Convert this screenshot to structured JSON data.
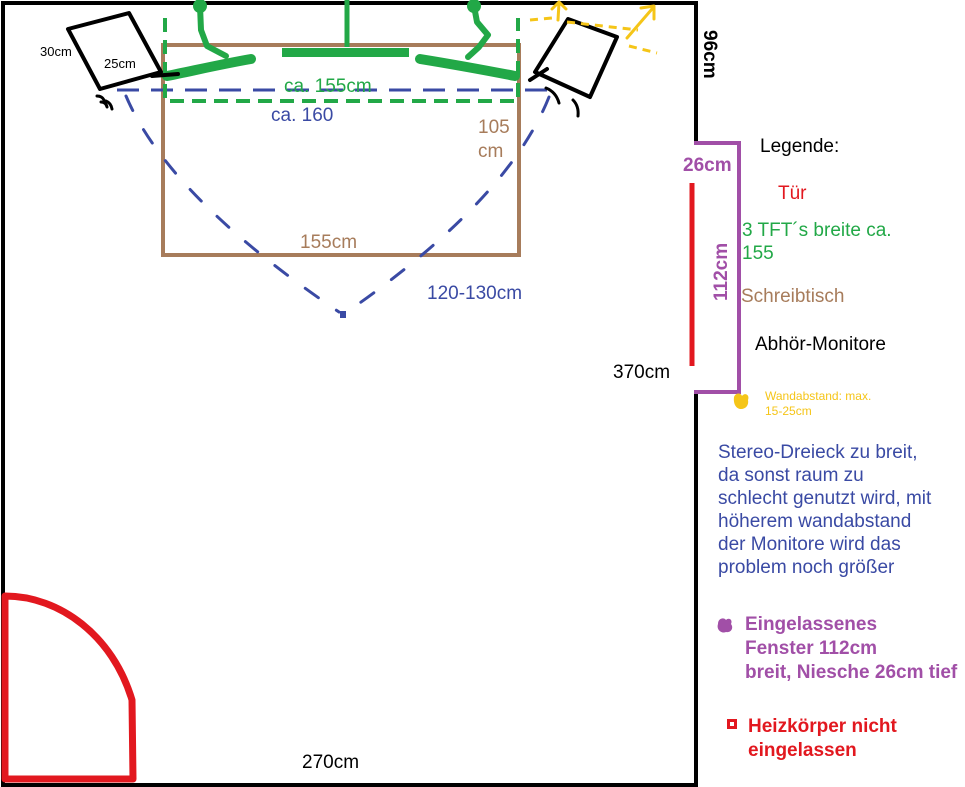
{
  "colors": {
    "wall": "#000000",
    "window_niche": "#a14fa7",
    "door_radiator": "#e2181f",
    "desk": "#a77c5b",
    "monitors": "#22a847",
    "stereo_triangle": "#3a4aa4",
    "wall_distance": "#f5c518"
  },
  "room": {
    "wall_segment_label": "96cm",
    "niche_depth_label": "26cm",
    "niche_width_label": "112cm",
    "right_wall_label": "370cm",
    "bottom_wall_label": "270cm"
  },
  "speakers": {
    "depth_label": "30cm",
    "width_label": "25cm"
  },
  "monitors": {
    "total_width_label": "ca. 155cm"
  },
  "stereo_triangle": {
    "base_label": "ca. 160",
    "side_label": "120-130cm"
  },
  "desk": {
    "width_label": "155cm",
    "depth_label_lines": [
      "105",
      "cm"
    ]
  },
  "legend": {
    "title": "Legende:",
    "door": "Tür",
    "monitors": [
      "3 TFT´s breite ca.",
      "155"
    ],
    "desk": "Schreibtisch",
    "speakers": "Abhör-Monitore",
    "wall_distance": [
      "Wandabstand: max.",
      "15-25cm"
    ]
  },
  "notes": {
    "stereo_triangle": [
      "Stereo-Dreieck zu breit,",
      "da sonst raum zu",
      "schlecht genutzt wird, mit",
      "höherem wandabstand",
      "der Monitore wird das",
      "problem noch größer"
    ],
    "window": [
      "Eingelassenes",
      "Fenster 112cm",
      "breit, Niesche 26cm tief"
    ],
    "radiator": [
      "Heizkörper nicht",
      "eingelassen"
    ]
  }
}
